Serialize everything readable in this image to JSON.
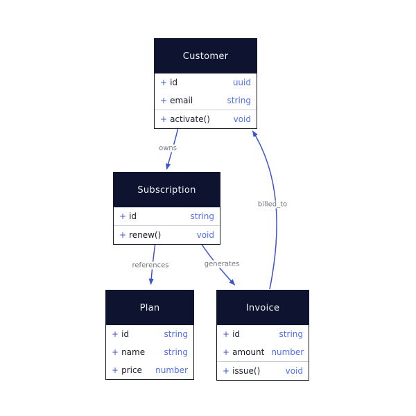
{
  "diagram": {
    "type": "uml-class-diagram",
    "classes": [
      {
        "id": "customer",
        "title": "Customer",
        "attributes": [
          {
            "vis": "+",
            "name": "id",
            "type": "uuid"
          },
          {
            "vis": "+",
            "name": "email",
            "type": "string"
          }
        ],
        "methods": [
          {
            "vis": "+",
            "name": "activate()",
            "type": "void"
          }
        ]
      },
      {
        "id": "subscription",
        "title": "Subscription",
        "attributes": [
          {
            "vis": "+",
            "name": "id",
            "type": "string"
          }
        ],
        "methods": [
          {
            "vis": "+",
            "name": "renew()",
            "type": "void"
          }
        ]
      },
      {
        "id": "plan",
        "title": "Plan",
        "attributes": [
          {
            "vis": "+",
            "name": "id",
            "type": "string"
          },
          {
            "vis": "+",
            "name": "name",
            "type": "string"
          },
          {
            "vis": "+",
            "name": "price",
            "type": "number"
          }
        ],
        "methods": []
      },
      {
        "id": "invoice",
        "title": "Invoice",
        "attributes": [
          {
            "vis": "+",
            "name": "id",
            "type": "string"
          },
          {
            "vis": "+",
            "name": "amount",
            "type": "number"
          }
        ],
        "methods": [
          {
            "vis": "+",
            "name": "issue()",
            "type": "void"
          }
        ]
      }
    ],
    "edges": [
      {
        "label": "owns",
        "from": "Customer",
        "to": "Subscription"
      },
      {
        "label": "references",
        "from": "Subscription",
        "to": "Plan"
      },
      {
        "label": "generates",
        "from": "Subscription",
        "to": "Invoice"
      },
      {
        "label": "billed_to",
        "from": "Invoice",
        "to": "Customer"
      }
    ],
    "colors": {
      "header_bg": "#0e1430",
      "header_text": "#f2f4f8",
      "box_border": "#10162e",
      "member_text": "#171b2e",
      "visibility_plus": "#3a55d2",
      "type_text": "#4f6ff0",
      "edge_line": "#3b52cf",
      "edge_label_text": "#70747e",
      "section_separator": "#c9cdd9",
      "background": "#ffffff"
    }
  }
}
